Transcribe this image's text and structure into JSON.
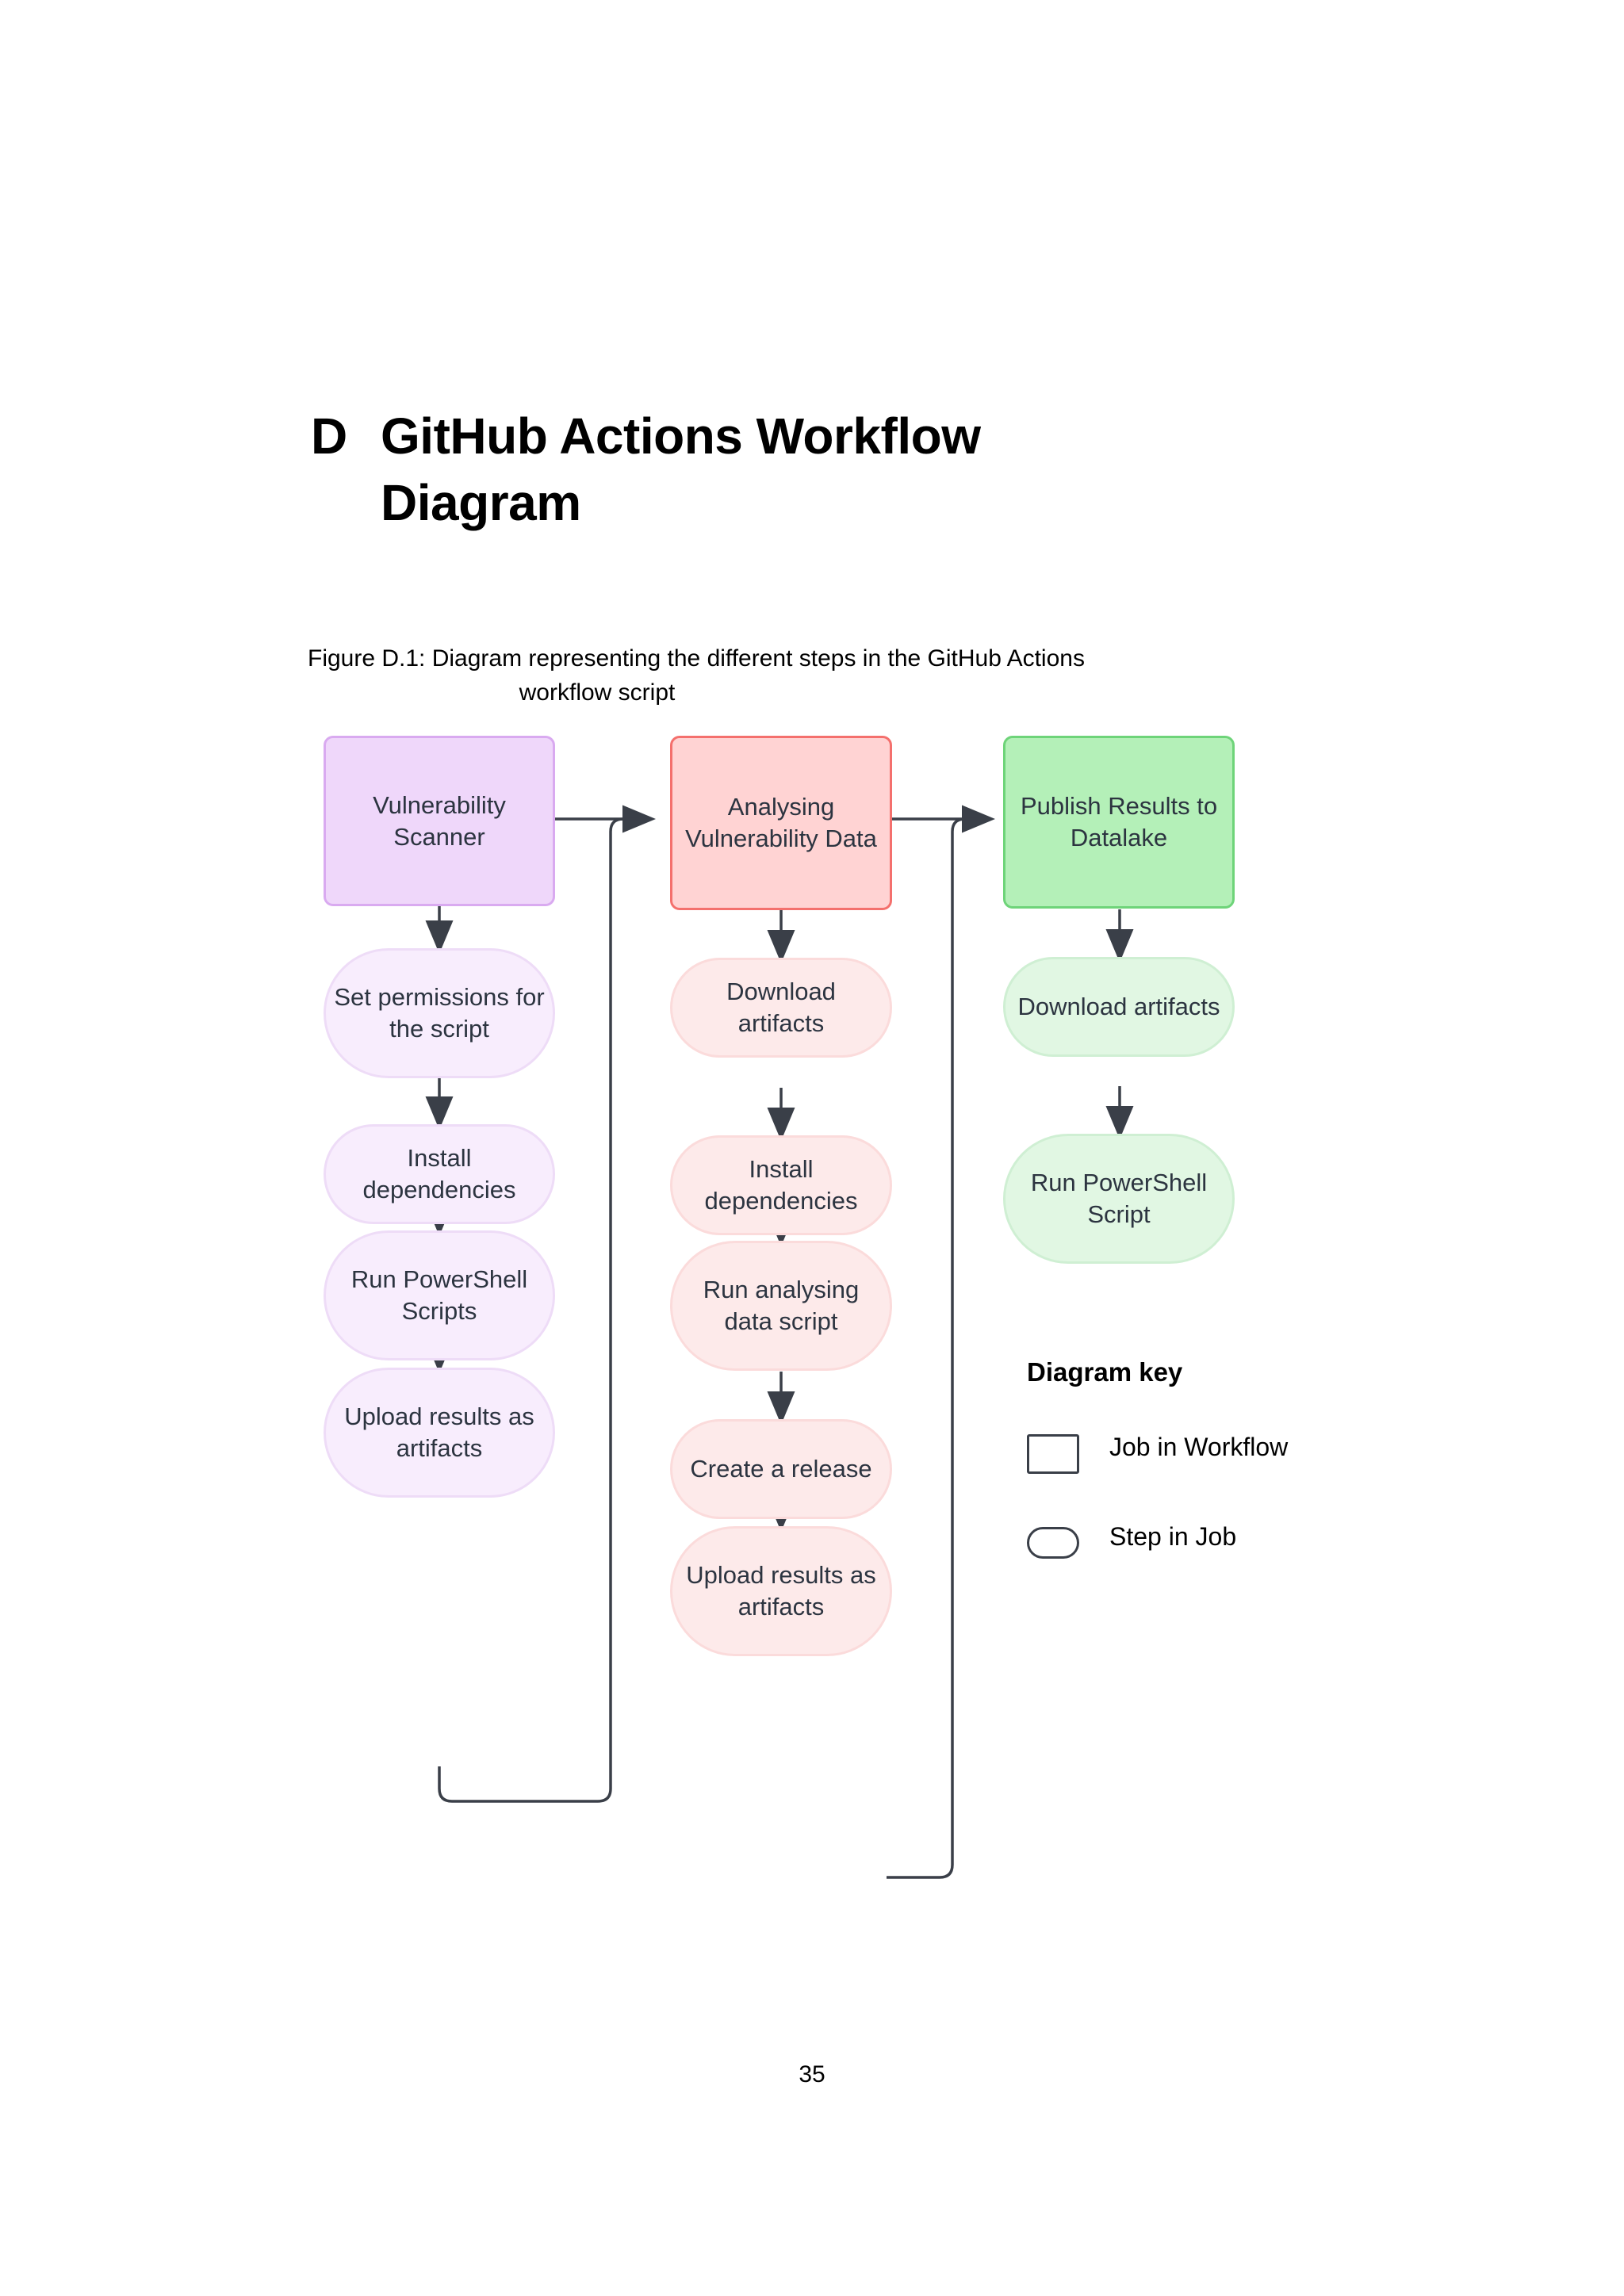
{
  "document": {
    "heading_number": "D",
    "heading_text": "GitHub Actions Workflow",
    "heading_text_line2": "Diagram",
    "caption_line1": "Figure D.1: Diagram representing the different steps in the GitHub Actions",
    "caption_line2": "workflow script",
    "page_number": "35"
  },
  "legend": {
    "title": "Diagram key",
    "items": [
      {
        "shape": "rectangle",
        "label": "Job in Workflow"
      },
      {
        "shape": "stadium",
        "label": "Step in Job"
      }
    ]
  },
  "colors": {
    "job_purple_fill": "#efd7fa",
    "job_purple_border": "#d9aaf0",
    "job_pink_fill": "#ffd3d3",
    "job_pink_border": "#f4706d",
    "job_green_fill": "#b4f0b8",
    "job_green_border": "#6ed479",
    "step_purple_fill": "#f8edfd",
    "step_purple_border": "#eedcf7",
    "step_pink_fill": "#fdeaea",
    "step_pink_border": "#fbdbdb",
    "step_green_fill": "#e1f7e3",
    "step_green_border": "#cfefd3",
    "connector": "#3a3f48",
    "node_text": "#2c3440"
  },
  "diagram": {
    "columns": [
      {
        "job": {
          "label": "Vulnerability Scanner",
          "theme": "purple"
        },
        "steps": [
          {
            "label": "Set permissions for the script",
            "theme": "purple"
          },
          {
            "label": "Install dependencies",
            "theme": "purple"
          },
          {
            "label": "Run PowerShell Scripts",
            "theme": "purple"
          },
          {
            "label": "Upload results as artifacts",
            "theme": "purple"
          }
        ]
      },
      {
        "job": {
          "label": "Analysing Vulnerability Data",
          "theme": "pink"
        },
        "steps": [
          {
            "label": "Download artifacts",
            "theme": "pink"
          },
          {
            "label": "Install dependencies",
            "theme": "pink"
          },
          {
            "label": "Run analysing data script",
            "theme": "pink"
          },
          {
            "label": "Create a release",
            "theme": "pink"
          },
          {
            "label": "Upload results as artifacts",
            "theme": "pink"
          }
        ]
      },
      {
        "job": {
          "label": "Publish Results to Datalake",
          "theme": "green"
        },
        "steps": [
          {
            "label": "Download artifacts",
            "theme": "green"
          },
          {
            "label": "Run PowerShell Script",
            "theme": "green"
          }
        ]
      }
    ],
    "nodes": {
      "c1_job": "Vulnerability Scanner",
      "c1_s1": "Set permissions for the script",
      "c1_s2": "Install dependencies",
      "c1_s3": "Run PowerShell Scripts",
      "c1_s4": "Upload results as artifacts",
      "c2_job": "Analysing Vulnerability Data",
      "c2_s1": "Download artifacts",
      "c2_s2": "Install dependencies",
      "c2_s3": "Run analysing data script",
      "c2_s4": "Create a release",
      "c2_s5": "Upload results as artifacts",
      "c3_job": "Publish Results to Datalake",
      "c3_s1": "Download artifacts",
      "c3_s2": "Run PowerShell Script"
    }
  }
}
